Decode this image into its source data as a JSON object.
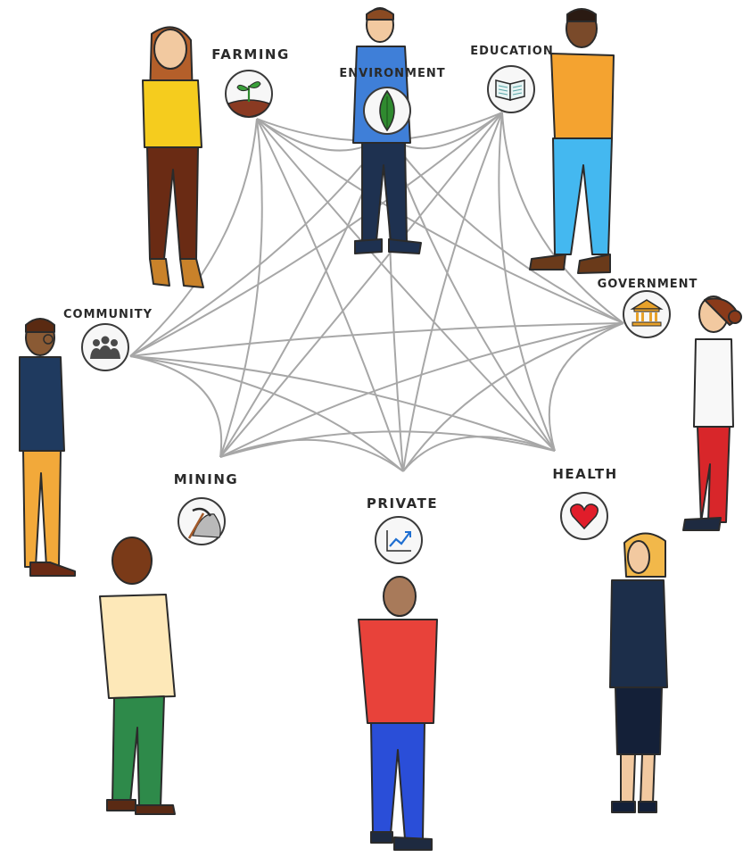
{
  "nodes": [
    {
      "id": "farming",
      "label": "FARMING",
      "icon": "seedling-icon"
    },
    {
      "id": "environment",
      "label": "ENVIRONMENT",
      "icon": "leaf-icon"
    },
    {
      "id": "education",
      "label": "EDUCATION",
      "icon": "book-icon"
    },
    {
      "id": "government",
      "label": "GOVERNMENT",
      "icon": "bank-building-icon"
    },
    {
      "id": "health",
      "label": "HEALTH",
      "icon": "heart-icon"
    },
    {
      "id": "private",
      "label": "PRIVATE",
      "icon": "growth-chart-icon"
    },
    {
      "id": "mining",
      "label": "MINING",
      "icon": "pickaxe-icon"
    },
    {
      "id": "community",
      "label": "COMMUNITY",
      "icon": "people-group-icon"
    }
  ],
  "colors": {
    "link": "#a7a7a7",
    "heart": "#e11d2a",
    "leaf": "#2f8a2f",
    "chart": "#1f6fd1",
    "building": "#e8a22a",
    "book": "#5aa7a7"
  }
}
